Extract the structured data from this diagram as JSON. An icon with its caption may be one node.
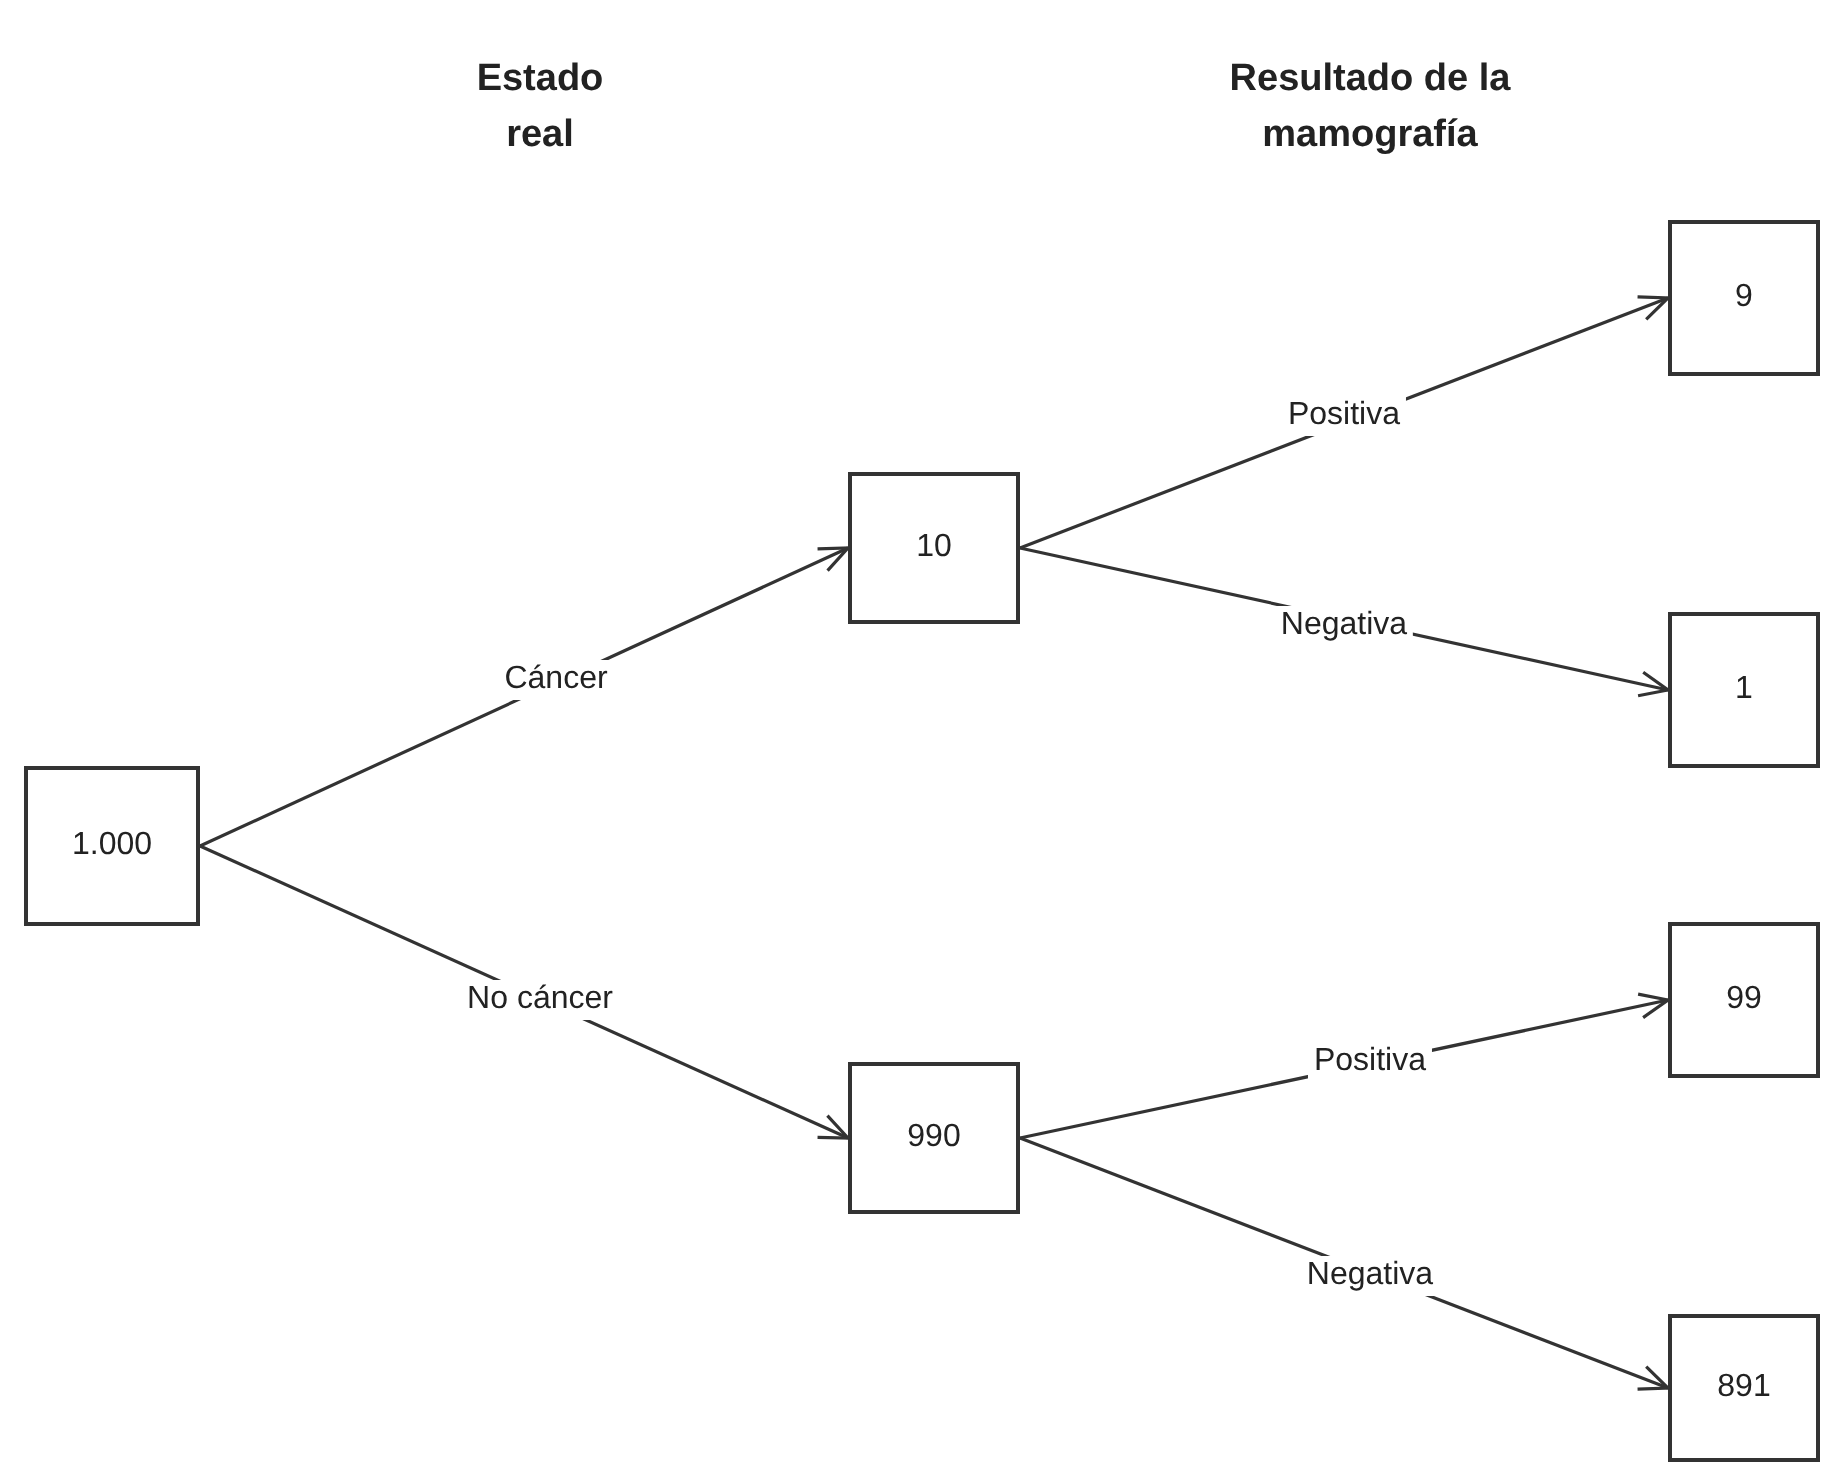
{
  "diagram": {
    "nodes": [
      {
        "text": [
          "1.000"
        ]
      },
      {
        "text": [
          "10"
        ]
      },
      {
        "text": [
          "990"
        ]
      },
      {
        "text": [
          "9"
        ]
      },
      {
        "text": [
          "1"
        ]
      },
      {
        "text": [
          "99"
        ]
      },
      {
        "text": [
          "891"
        ]
      }
    ],
    "edges": [
      {
        "from": 0,
        "to": 1,
        "arrow": "to",
        "label": "Cáncer"
      },
      {
        "from": 0,
        "to": 2,
        "arrow": "to",
        "label": "No cáncer"
      },
      {
        "from": 1,
        "to": 3,
        "arrow": "to",
        "label": "Positiva"
      },
      {
        "from": 1,
        "to": 4,
        "arrow": "to",
        "label": "Negativa"
      },
      {
        "from": 2,
        "to": 5,
        "arrow": "to",
        "label": "Positiva"
      },
      {
        "from": 2,
        "to": 6,
        "arrow": "to",
        "label": "Negativa"
      }
    ],
    "labels": [
      "Estado real",
      "Resultado de la mamografía"
    ]
  }
}
